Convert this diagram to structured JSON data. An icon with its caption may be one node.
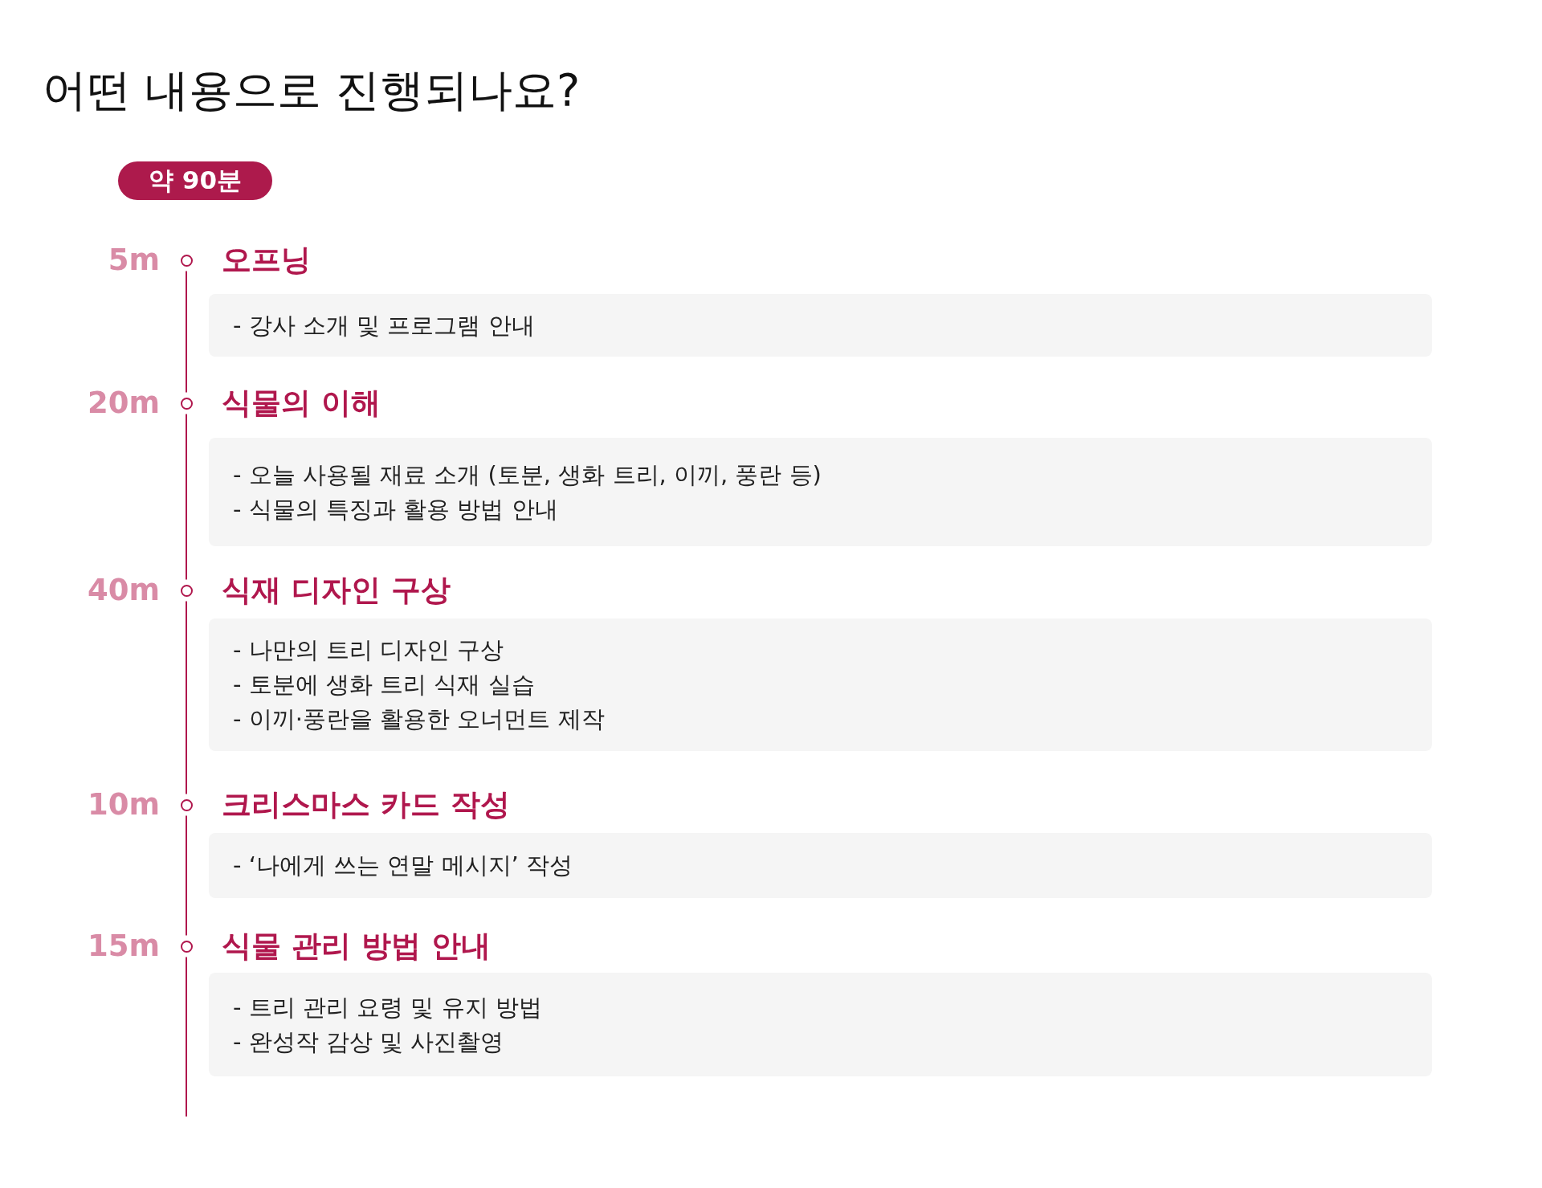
{
  "diagram": {
    "title": "어떤 내용으로 진행되나요?",
    "nodes": [
      {
        "text": [
          "약 90분"
        ]
      },
      {
        "text": [],
        "shape": "circle",
        "beside": [
          "5m"
        ]
      },
      {
        "text": [
          "오프닝",
          "- 강사 소개 및 프로그램 안내"
        ]
      },
      {
        "text": [],
        "shape": "circle",
        "beside": [
          "20m"
        ]
      },
      {
        "text": [
          "식물의 이해",
          "- 오늘 사용될 재료 소개 (토분, 생화 트리, 이끼, 풍란 등)",
          "- 식물의 특징과 활용 방법 안내"
        ]
      },
      {
        "text": [],
        "shape": "circle",
        "beside": [
          "40m"
        ]
      },
      {
        "text": [
          "식재 디자인 구상",
          "- 나만의 트리 디자인 구상",
          "- 토분에 생화 트리 식재 실습",
          "- 이끼·풍란을 활용한 오너먼트 제작"
        ]
      },
      {
        "text": [],
        "shape": "circle",
        "beside": [
          "10m"
        ]
      },
      {
        "text": [
          "크리스마스 카드 작성",
          "- ‘나에게 쓰는 연말 메시지’ 작성"
        ]
      },
      {
        "text": [],
        "shape": "circle",
        "beside": [
          "15m"
        ]
      },
      {
        "text": [
          "식물 관리 방법 안내",
          "- 트리 관리 요령 및 유지 방법",
          "- 완성작 감상 및 사진촬영"
        ]
      }
    ],
    "edges": [
      {
        "from": 1,
        "to": 3,
        "arrow": "none"
      },
      {
        "from": 3,
        "to": 5,
        "arrow": "none"
      },
      {
        "from": 5,
        "to": 7,
        "arrow": "none"
      },
      {
        "from": 7,
        "to": 9,
        "arrow": "none"
      },
      {
        "from": 9,
        "to": null,
        "arrow": "none"
      }
    ]
  }
}
